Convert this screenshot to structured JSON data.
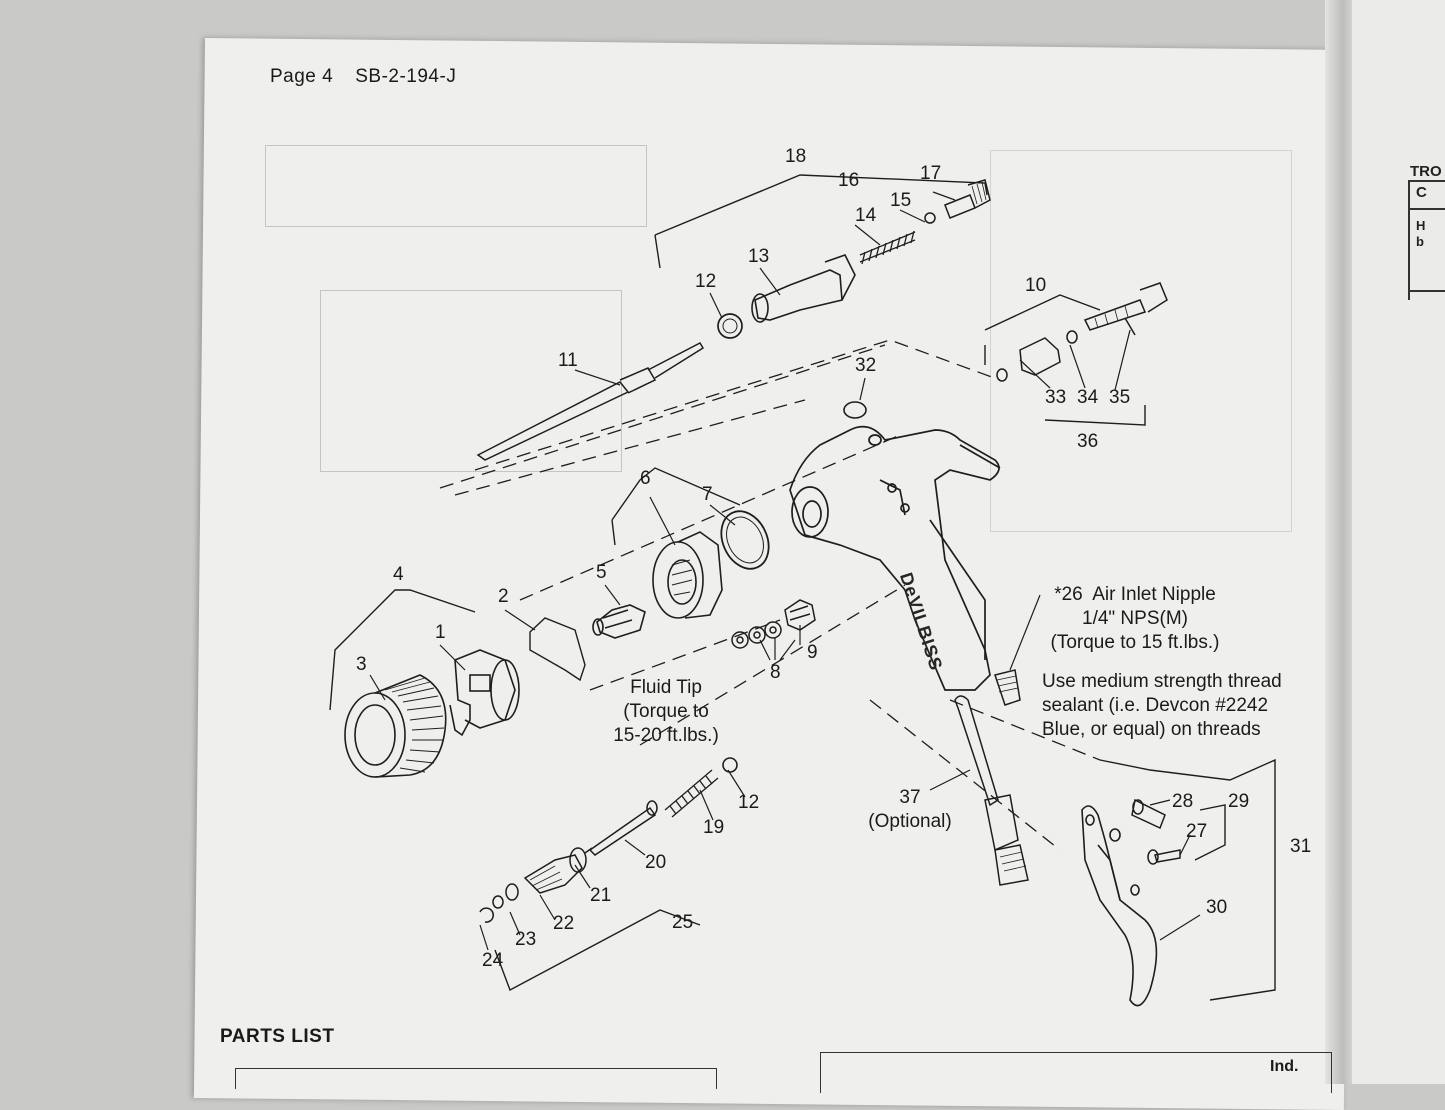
{
  "header": {
    "page_label": "Page 4",
    "doc_number": "SB-2-194-J"
  },
  "footer": {
    "section_title": "PARTS LIST",
    "table_header_fragment": "Ind."
  },
  "right_page": {
    "fragment_title": "TRO",
    "fragments": [
      "C",
      "H",
      "b"
    ]
  },
  "part_numbers": [
    "1",
    "2",
    "3",
    "4",
    "5",
    "6",
    "7",
    "8",
    "9",
    "10",
    "11",
    "12",
    "12",
    "13",
    "14",
    "15",
    "16",
    "17",
    "18",
    "19",
    "20",
    "21",
    "22",
    "23",
    "24",
    "25",
    "27",
    "28",
    "29",
    "30",
    "31",
    "32",
    "33",
    "34",
    "35",
    "36",
    "37"
  ],
  "callouts": {
    "fluid_tip": [
      "Fluid Tip",
      "(Torque to",
      "15-20 ft.lbs.)"
    ],
    "air_inlet": [
      "*26  Air Inlet Nipple",
      "1/4\" NPS(M)",
      "(Torque to 15 ft.lbs.)"
    ],
    "sealant": [
      "Use medium strength thread",
      "sealant (i.e. Devcon #2242",
      "Blue, or equal) on threads"
    ],
    "optional": [
      "37",
      "(Optional)"
    ]
  },
  "brand_on_handle": "DeVILBISS"
}
